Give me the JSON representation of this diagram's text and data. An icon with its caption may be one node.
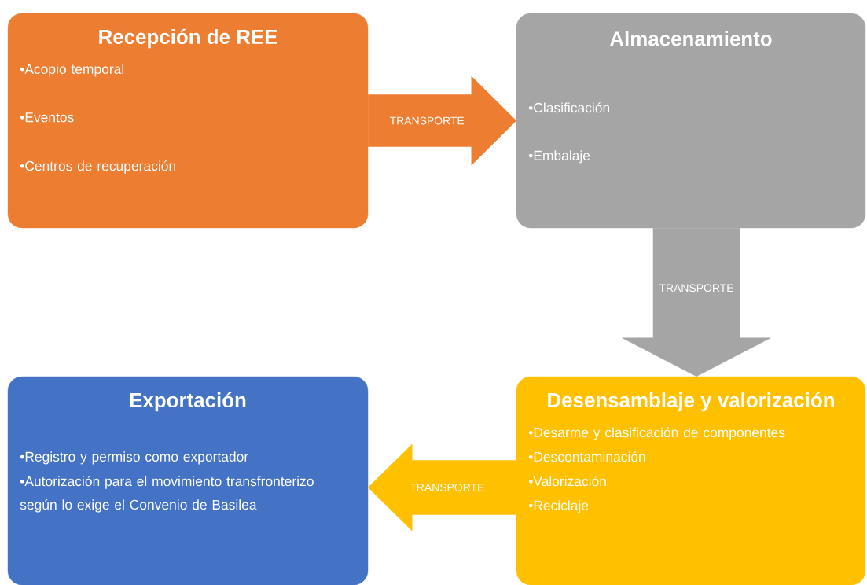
{
  "diagram": {
    "nodes": [
      {
        "text": [
          "Recepción de REE",
          "•Acopio temporal",
          "•Eventos",
          "•Centros de recuperación"
        ]
      },
      {
        "text": [
          "Almacenamiento",
          "•Clasificación",
          "•Embalaje"
        ]
      },
      {
        "text": [
          "Exportación",
          "•Registro y permiso como exportador",
          "•Autorización para el movimiento transfronterizo según lo exige el Convenio de Basilea"
        ]
      },
      {
        "text": [
          "Desensamblaje y valorización",
          "•Desarme y clasificación de componentes",
          "•Descontaminación",
          "•Valorización",
          "•Reciclaje"
        ]
      }
    ],
    "edges": [
      {
        "from": 0,
        "to": 1,
        "arrow": "to",
        "label": "TRANSPORTE",
        "color": "#ED7D31"
      },
      {
        "from": 1,
        "to": 3,
        "arrow": "to",
        "label": "TRANSPORTE",
        "color": "#A5A5A5"
      },
      {
        "from": 3,
        "to": 2,
        "arrow": "to",
        "label": "TRANSPORTE",
        "color": "#FFC000"
      }
    ]
  }
}
